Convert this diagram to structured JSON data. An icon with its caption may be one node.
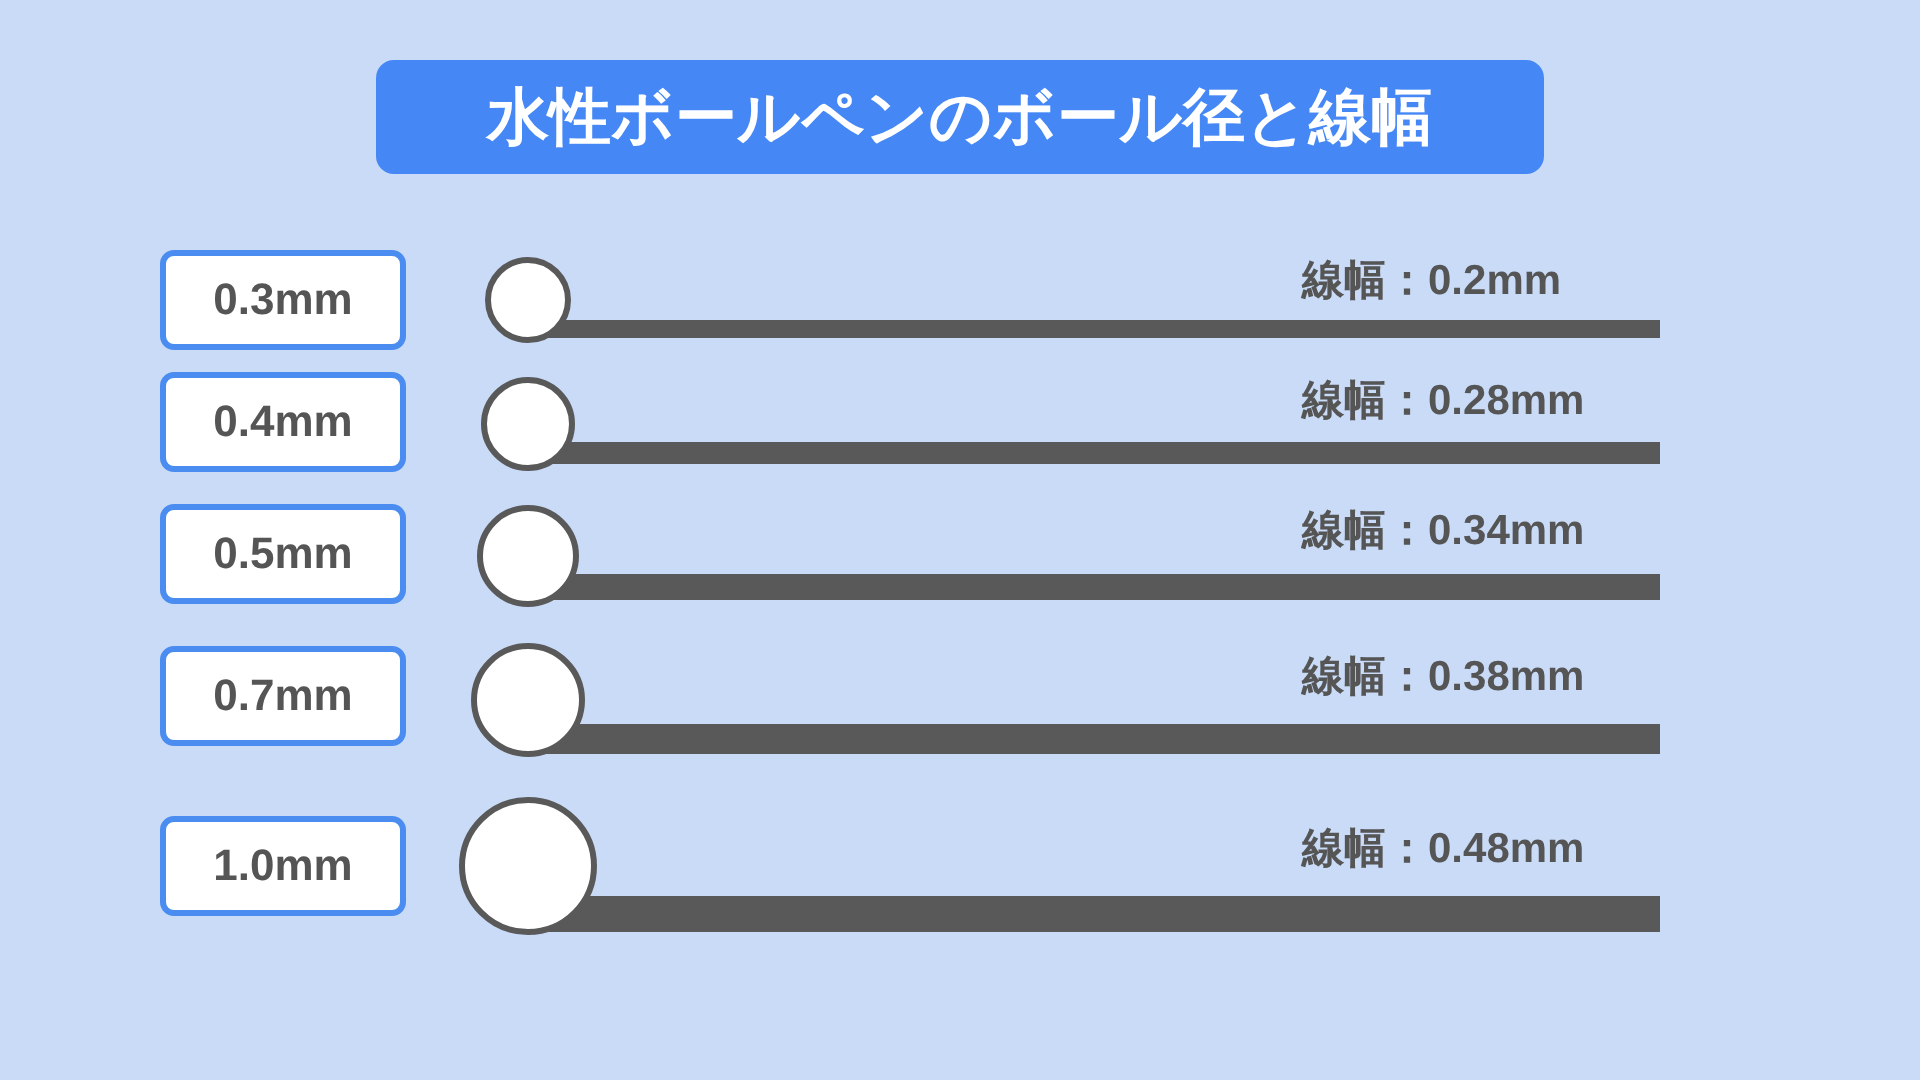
{
  "diagram": {
    "title": "水性ボールペンのボール径と線幅",
    "nodes": [
      {
        "text": [
          "0.3mm"
        ]
      },
      {
        "text": [
          "0.4mm"
        ]
      },
      {
        "text": [
          "0.5mm"
        ]
      },
      {
        "text": [
          "0.7mm"
        ]
      },
      {
        "text": [
          "1.0mm"
        ]
      }
    ],
    "edges": [],
    "labels": [
      "線幅：0.2mm",
      "線幅：0.28mm",
      "線幅：0.34mm",
      "線幅：0.38mm",
      "線幅：0.48mm"
    ]
  }
}
